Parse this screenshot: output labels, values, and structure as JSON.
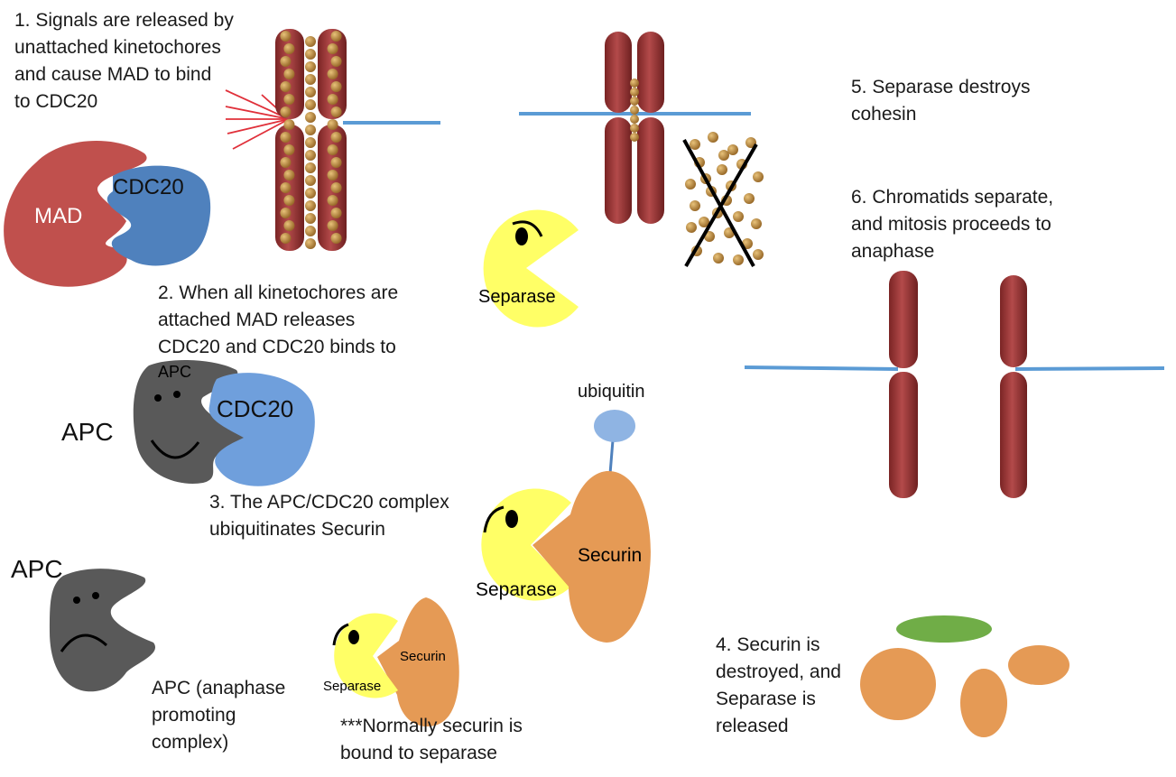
{
  "steps": {
    "s1": "1. Signals are released by\nunattached kinetochores\nand cause MAD to bind\nto CDC20",
    "s2": "2. When all kinetochores are\nattached MAD releases\nCDC20 and CDC20 binds to",
    "s3": "3. The APC/CDC20 complex\nubiquitinates Securin",
    "s4": "4. Securin is\ndestroyed, and\nSeparase is\nreleased",
    "s5": "5. Separase destroys\ncohesin",
    "s6": "6. Chromatids separate,\nand mitosis proceeds to\nanaphase"
  },
  "notes": {
    "apc_def": "APC (anaphase\npromoting\ncomplex)",
    "normally": "***Normally securin is\nbound to separase"
  },
  "labels": {
    "mad": "MAD",
    "cdc20": "CDC20",
    "apc": "APC",
    "separase": "Separase",
    "securin": "Securin",
    "ubiquitin": "ubiquitin"
  },
  "colors": {
    "mad": "#c0504d",
    "cdc20": "#4f81bd",
    "cdc20_light": "#6f9fdc",
    "apc": "#595959",
    "separase": "#ffff66",
    "securin": "#e59a55",
    "ubiquitin": "#8fb4e3",
    "green": "#70ad47",
    "chromosome": "#9e3a3a",
    "cohesin": "#b8893f",
    "spindle": "#5b9bd5"
  }
}
